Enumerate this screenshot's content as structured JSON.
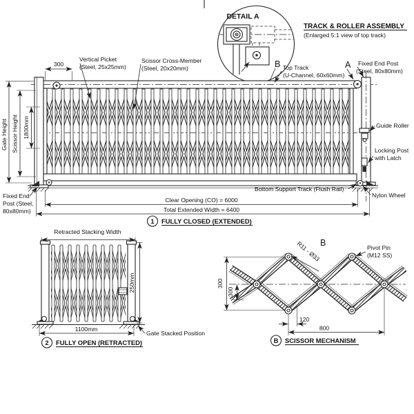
{
  "colors": {
    "line": "#222222",
    "bg": "#ffffff"
  },
  "detail_a": {
    "title": "DETAIL A",
    "heading": "TRACK & ROLLER ASSEMBLY",
    "subheading": "(Enlarged 5:1 view of top track)"
  },
  "view1": {
    "caption_num": "1",
    "caption": "FULLY CLOSED (EXTENDED)",
    "labels": {
      "picket_spacing": "300",
      "vertical_picket": [
        "Vertical Picket",
        "(Steel, 25x25mm)"
      ],
      "cross_member": [
        "Scissor Cross-Member",
        "(Steel, 20x20mm)"
      ],
      "top_track": [
        "Top Track",
        "(U-Channel, 60x60mm)"
      ],
      "fixed_end_post_right": [
        "Fixed End Post",
        "(Steel, 80x80mm)"
      ],
      "fixed_end_post_left": [
        "Fixed End",
        "Post (Steel,",
        "80x80mm)"
      ],
      "gate_height": "Gate Height",
      "scissor_height": "Scissor Height",
      "height_1800": "1800mm",
      "guide_roller": "Guide Roller",
      "locking_post": [
        "Locking Post",
        "with Latch"
      ],
      "nylon_wheel": "Nylon Wheel",
      "bottom_track": "Bottom Support Track (Flush Rail)",
      "clear_opening": "Clear Opening (CO) = 6000",
      "total_width": "Total Extended Width = 6400",
      "callout_a": "A",
      "callout_b": "B"
    }
  },
  "view2": {
    "caption_num": "2",
    "caption": "FULLY OPEN (RETRACTED)",
    "labels": {
      "stacking_width": "Retracted Stacking Width",
      "height_250": "250mm",
      "width_1100": "1100mm",
      "stacked_position": "Gate Stacked Position"
    }
  },
  "viewb": {
    "caption_letter": "B",
    "caption": "SCISSOR MECHANISM",
    "labels": {
      "callout_b": "B",
      "radius": "R11 - Ø33",
      "pivot_pin": [
        "Pivot Pin",
        "(M12 SS)"
      ],
      "dim_300_outer": "300",
      "dim_300_inner": "300",
      "dim_120": "120",
      "dim_800": "800"
    }
  }
}
